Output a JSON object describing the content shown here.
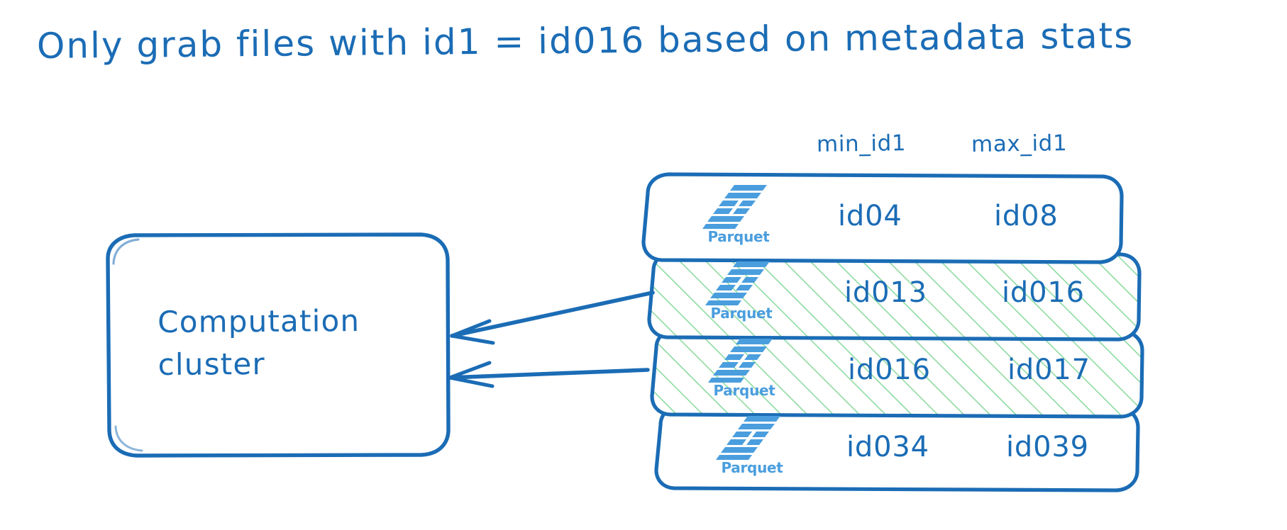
{
  "diagram": {
    "title": "Only grab files with id1 = id016 based on metadata stats",
    "colors": {
      "ink": "#1b6cb5",
      "logo_blue": "#4a9ede",
      "highlight_green": "#86d99a",
      "background": "#ffffff"
    }
  },
  "cluster": {
    "label_line1": "Computation",
    "label_line2": "cluster"
  },
  "table": {
    "headers": {
      "min": "min_id1",
      "max": "max_id1"
    },
    "rows": [
      {
        "icon": "parquet-logo",
        "icon_label": "Parquet",
        "min_id1": "id04",
        "max_id1": "id08",
        "highlighted": false,
        "arrow": false
      },
      {
        "icon": "parquet-logo",
        "icon_label": "Parquet",
        "min_id1": "id013",
        "max_id1": "id016",
        "highlighted": true,
        "arrow": true
      },
      {
        "icon": "parquet-logo",
        "icon_label": "Parquet",
        "min_id1": "id016",
        "max_id1": "id017",
        "highlighted": true,
        "arrow": true
      },
      {
        "icon": "parquet-logo",
        "icon_label": "Parquet",
        "min_id1": "id034",
        "max_id1": "id039",
        "highlighted": false,
        "arrow": false
      }
    ]
  }
}
